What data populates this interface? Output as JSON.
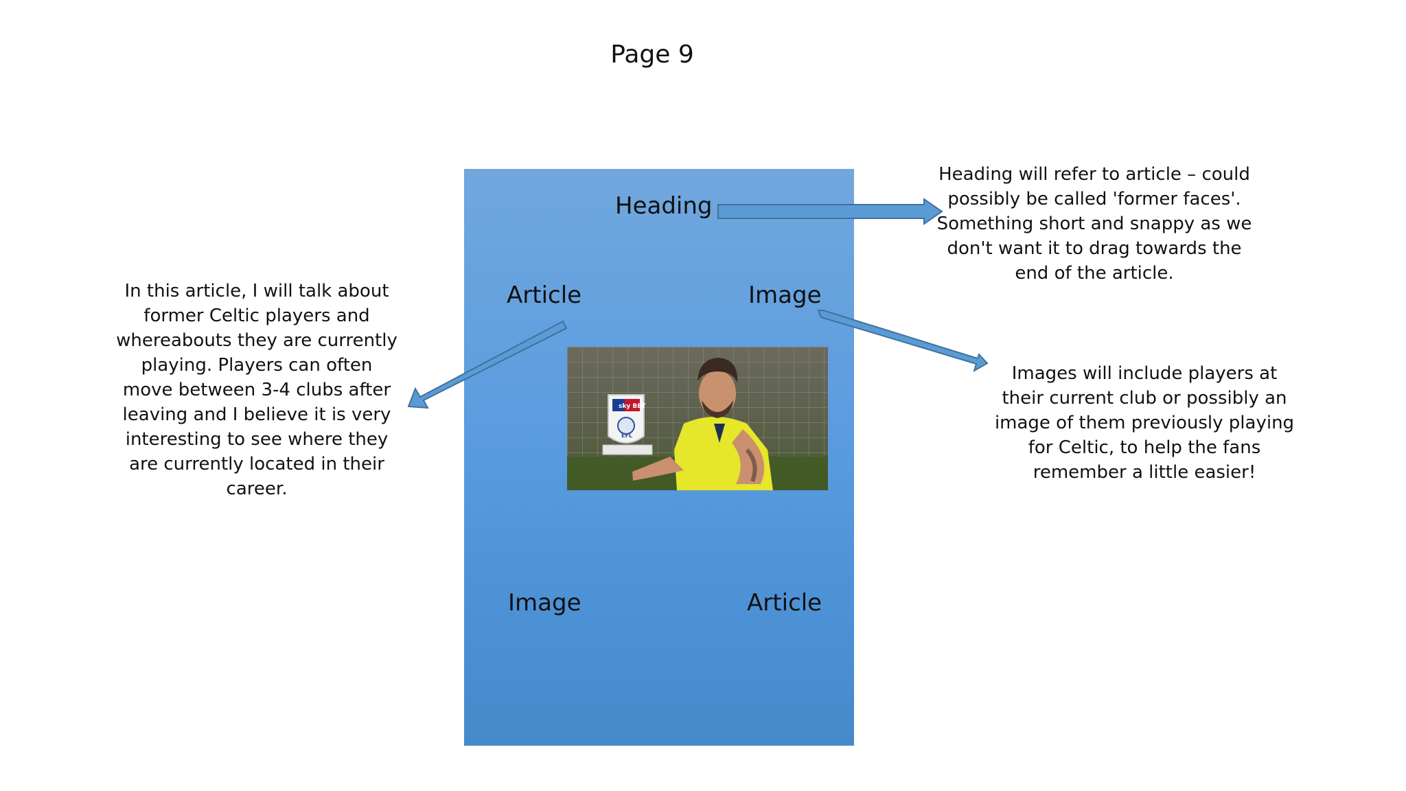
{
  "page": {
    "title": "Page 9"
  },
  "panel": {
    "heading": "Heading",
    "top_left": "Article",
    "top_right": "Image",
    "bottom_left": "Image",
    "bottom_right": "Article"
  },
  "photo": {
    "badge_brand": "sky BET",
    "badge_league": "EFL"
  },
  "notes": {
    "heading_note": "Heading will refer to article – could possibly be called 'former faces'. Something short and snappy as we don't want it to drag towards the end of the article.",
    "article_note": "In this article, I will talk about former Celtic players and whereabouts they are currently playing. Players can often move between 3-4 clubs after leaving and I believe it is very interesting to see where they are currently located in their career.",
    "image_note": "Images will include players at their current club or possibly an image of them previously playing for Celtic, to help the fans remember a little easier!"
  },
  "colors": {
    "panel_top": "#71a7dd",
    "panel_bottom": "#468acb",
    "arrow_fill": "#5b9bd5",
    "arrow_stroke": "#41719c"
  }
}
